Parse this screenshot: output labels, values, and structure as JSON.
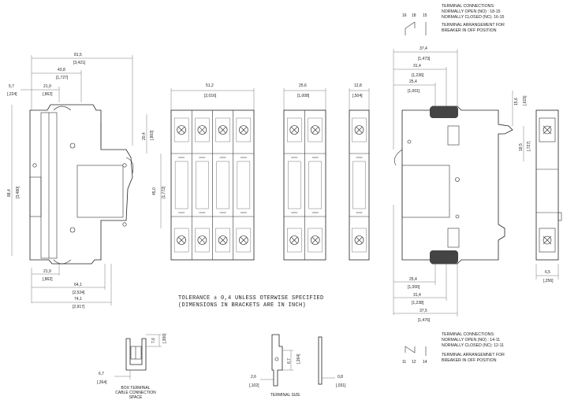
{
  "notes": {
    "tolerance_line1": "TOLERANCE ± 0,4 UNLESS OTERWISE SPECIFIED",
    "tolerance_line2": "(DIMENSIONS IN BRACKETS ARE IN INCH)",
    "box_caption_1": "BOX TERMINAL",
    "box_caption_2": "CABLE CONNECTION",
    "box_caption_3": "SPACE",
    "terminal_size": "TERMINAL SIZE"
  },
  "top_right": {
    "title": "TERMINAL CONNECTIONS:",
    "no": "NORMALLY OPEN (NO)    :  18-15",
    "nc": "NORMALLY CLOSED (NC):  16-15",
    "arr1": "TERMINAL ARRANGEMENT FOR",
    "arr2": "BREAKER IN OFF POSITION",
    "pins": [
      "16",
      "18",
      "15"
    ]
  },
  "bottom_right": {
    "title": "TERMINAL CONNECTIONS:",
    "no": "NORMALLY OPEN (NO)    :  14-11",
    "nc": "NORMALLY CLOSED (NC):  12-11",
    "arr1": "TERMINAL ARRANGEMNET FOR",
    "arr2": "BREAKER IN OFF POSITION",
    "pins": [
      "11",
      "12",
      "14"
    ]
  },
  "dims_side": {
    "w81_5": "81,5",
    "w81_5i": "[3,421]",
    "w43_8": "43,8",
    "w43_8i": "[1,727]",
    "w21_9": "21,9",
    "w21_9i": "[,862]",
    "w5_7": "5,7",
    "w5_7i": "[,224]",
    "h88_4": "88,4",
    "h88_4i": "[3,480]",
    "h20_4": "20,4",
    "h20_4i": "[,803]",
    "h45_0": "45,0",
    "h45_0i": "[1,772]",
    "b21_9": "21,9",
    "b21_9i": "[,862]",
    "b64_1": "64,1",
    "b64_1i": "[2,524]",
    "b74_1": "74,1",
    "b74_1i": "[2,917]"
  },
  "dims_front": {
    "w4p": "51,2",
    "w4pi": "[2,016]",
    "w2p": "25,6",
    "w2pi": "[1,008]",
    "w1p": "12,8",
    "w1pi": "[,504]"
  },
  "dims_aux": {
    "t37_4": "37,4",
    "t37_4i": "[1,473]",
    "t31_4": "31,4",
    "t31_4i": "[1,236]",
    "t25_4": "25,4",
    "t25_4i": "[1,001]",
    "h15_6": "15,6",
    "h15_6i": "[,615]",
    "h18_5": "18,5",
    "h18_5i": "[,727]",
    "b25_4": "25,4",
    "b25_4i": "[1,000]",
    "b31_4": "31,4",
    "b31_4i": "[1,238]",
    "b37_5": "37,5",
    "b37_5i": "[1,476]",
    "s6_5": "6,5",
    "s6_5i": "[,256]"
  },
  "dims_box": {
    "h7_6": "7,6",
    "h7_6i": "[,300]",
    "w6_7": "6,7",
    "w6_7i": "[,264]"
  },
  "dims_terminal": {
    "w2_6": "2,6",
    "w2_6i": "[,102]",
    "h6_7": "6,7",
    "h6_7i": "[,264]",
    "t0_8": "0,8",
    "t0_8i": "[,031]"
  }
}
